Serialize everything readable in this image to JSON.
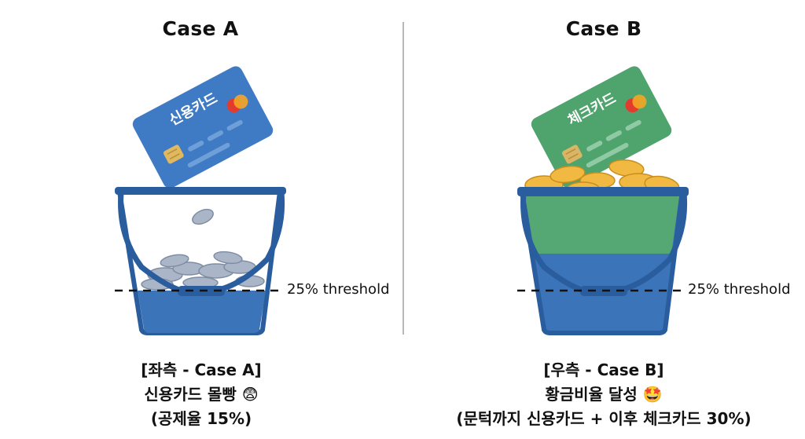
{
  "left": {
    "title": "Case A",
    "card_label": "신용카드",
    "threshold_label": "25% threshold",
    "caption": {
      "line1": "[좌측 - Case A]",
      "line2": "신용카드 몰빵 😨",
      "line3": "(공제율 15%)"
    }
  },
  "right": {
    "title": "Case B",
    "card_label": "체크카드",
    "threshold_label": "25% threshold",
    "caption": {
      "line1": "[우측 - Case B]",
      "line2": "황금비율 달성 🤩",
      "line3": "(문턱까지 신용카드 + 이후 체크카드 30%)"
    }
  },
  "colors": {
    "bucket_blue": "#3b74b8",
    "bucket_dark": "#2a5d9e",
    "credit_card": "#3f7bc4",
    "check_card": "#4ea46c",
    "fill_green": "#55a874",
    "coin_gold": "#f2b942",
    "coin_silver": "#aab6c8",
    "divider": "#b8b8b8"
  }
}
